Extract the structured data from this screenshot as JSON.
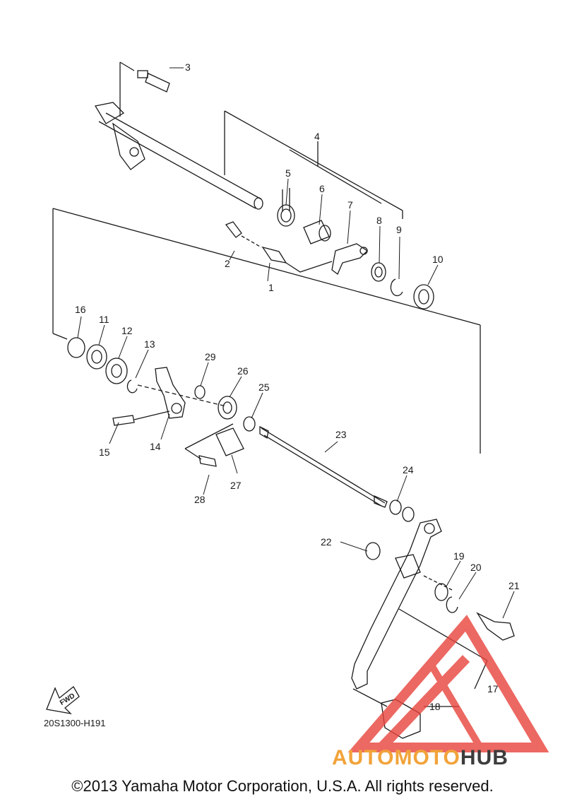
{
  "diagram": {
    "part_callouts": [
      "1",
      "2",
      "3",
      "4",
      "5",
      "6",
      "7",
      "8",
      "9",
      "10",
      "11",
      "12",
      "13",
      "14",
      "15",
      "16",
      "17",
      "18",
      "19",
      "20",
      "21",
      "22",
      "23",
      "24",
      "25",
      "26",
      "27",
      "28",
      "29"
    ],
    "fwd_label": "FWD",
    "drawing_code": "20S1300-H191",
    "copyright": "©2013 Yamaha Motor Corporation, U.S.A. All rights reserved."
  },
  "watermark": {
    "part1": "AUTOMOTO",
    "part2": "HUB",
    "colors": {
      "triangle": "#e8433b",
      "accent": "#f2a33a",
      "dark": "#3c3c3c"
    }
  },
  "icons": [
    "fwd-arrow-icon",
    "watermark-triangle-icon"
  ]
}
